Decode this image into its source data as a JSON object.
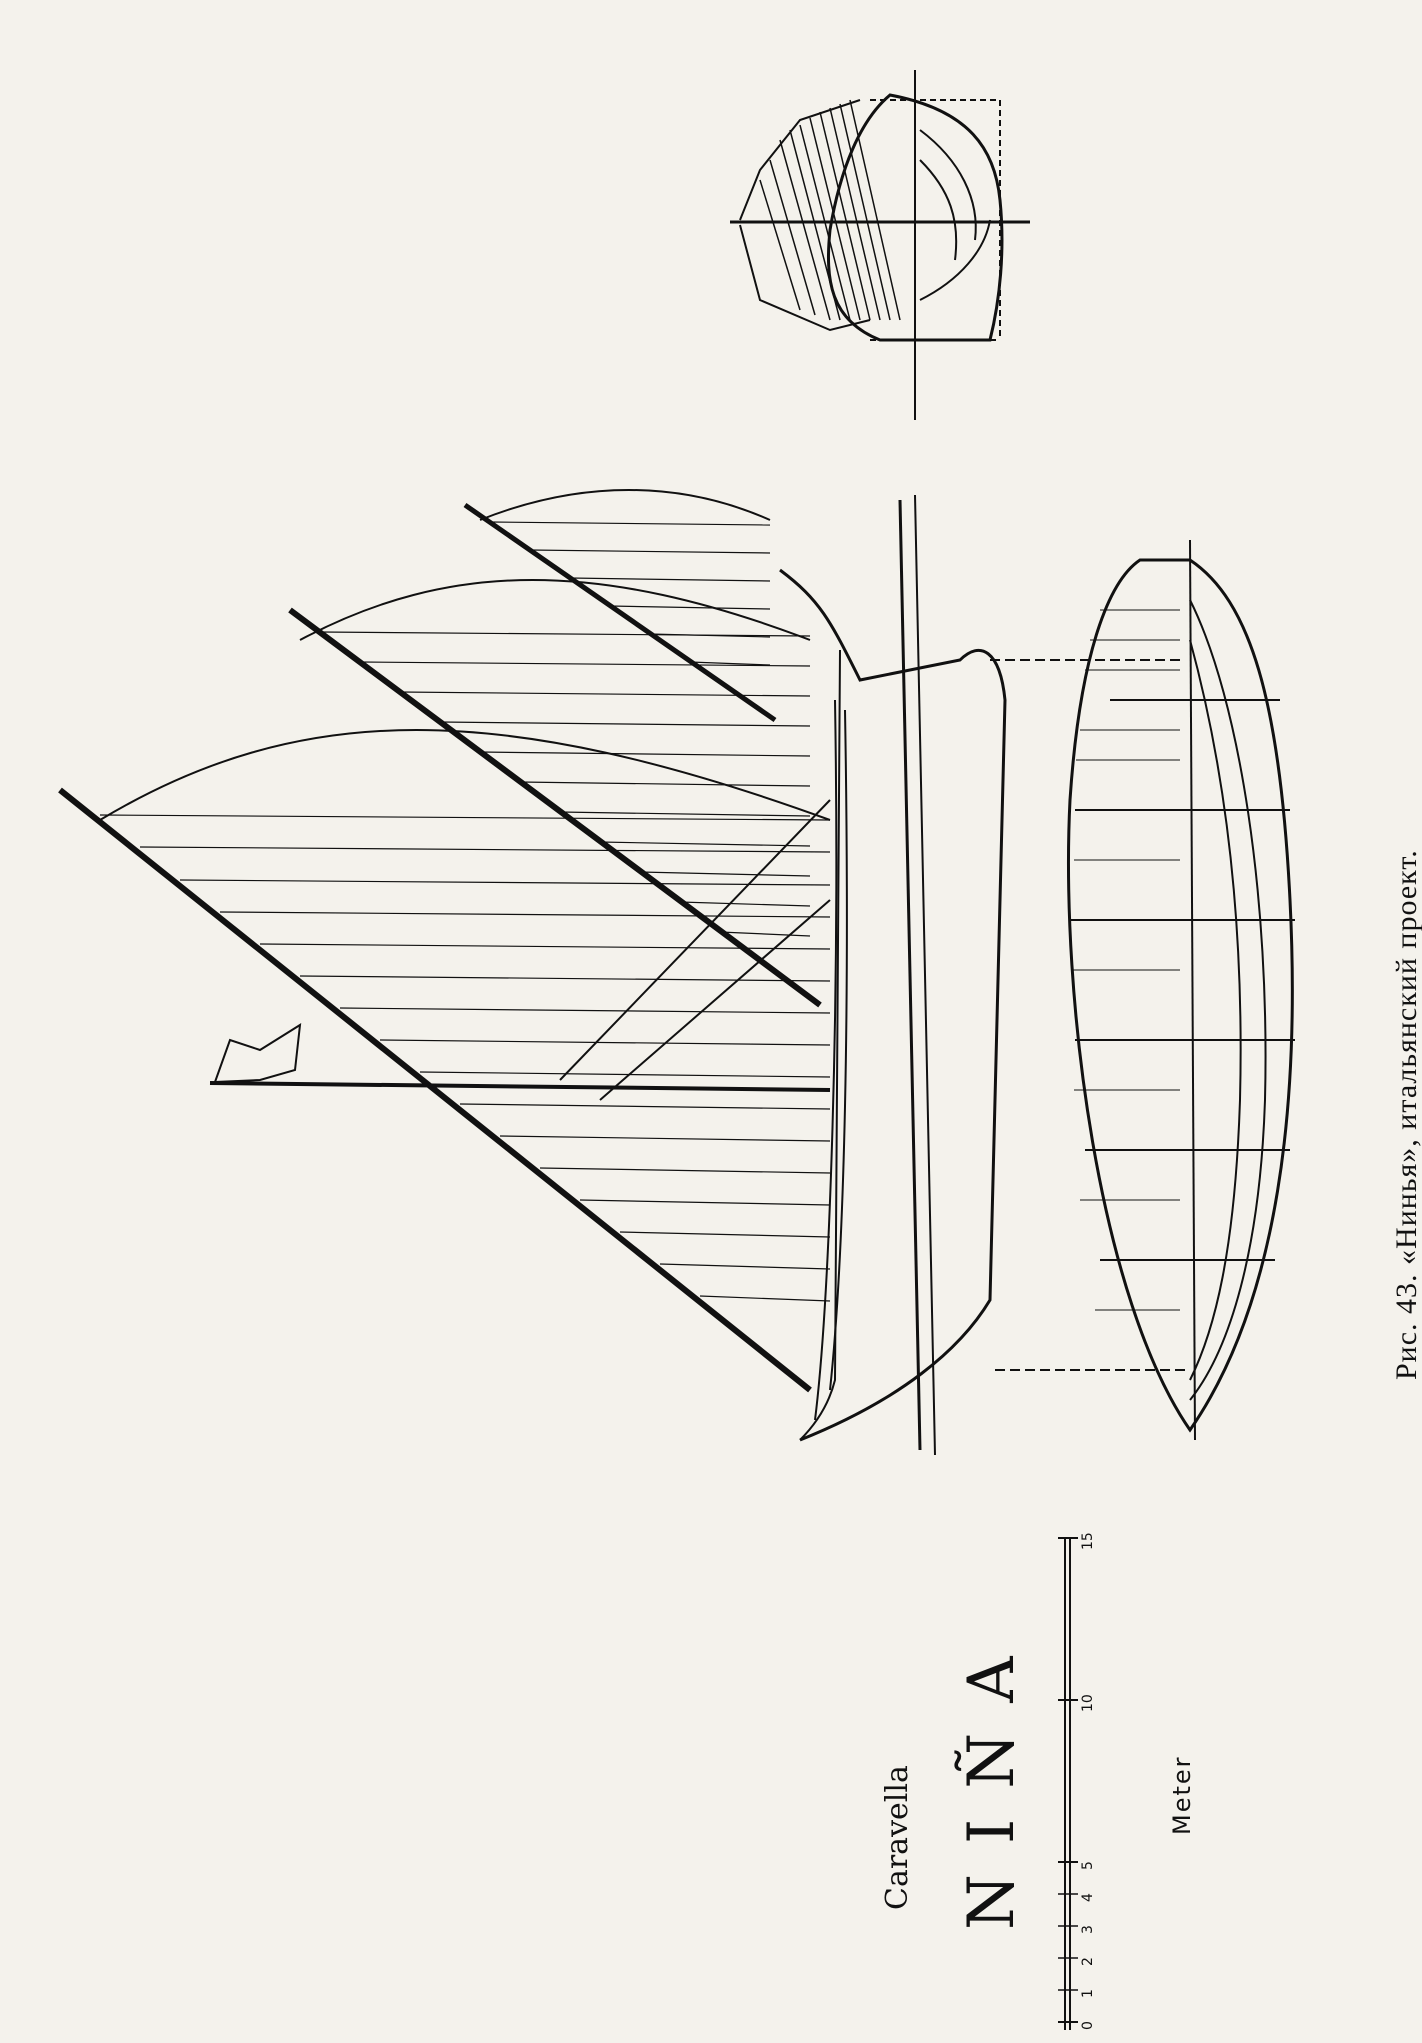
{
  "caption": "Рис. 43. «Нинья», итальянский проект.",
  "title_line1": "Caravella",
  "title_line2": "NIÑA",
  "scale": {
    "unit_label": "Meter",
    "ticks": [
      "0",
      "1",
      "2",
      "3",
      "4",
      "5",
      "10",
      "15"
    ]
  },
  "colors": {
    "paper": "#f4f2ec",
    "ink": "#111111"
  }
}
